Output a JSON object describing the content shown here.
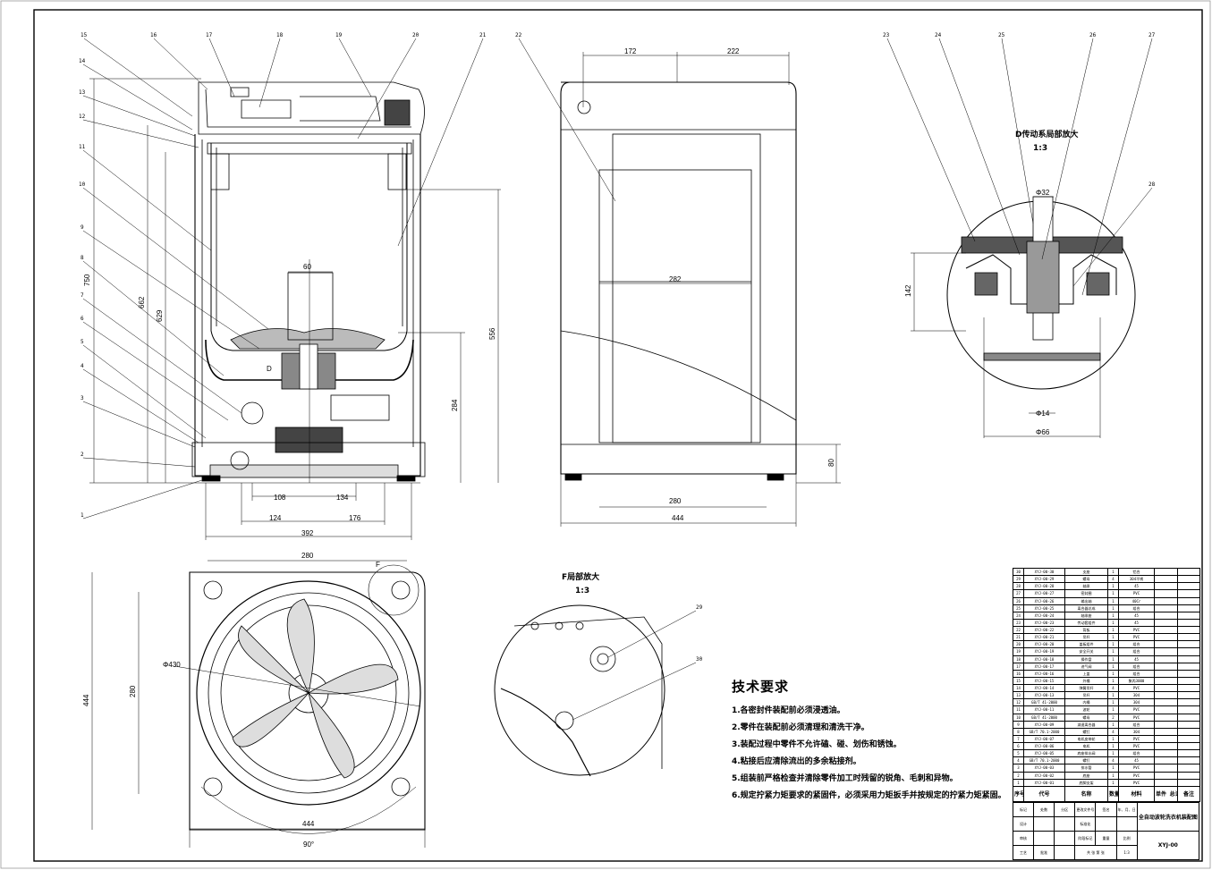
{
  "view_labels": {
    "detail_d": "D传动系局部放大",
    "detail_d_scale": "1:3",
    "detail_f": "F局部放大",
    "detail_f_scale": "1:3",
    "section_mark_d": "D",
    "section_mark_f": "F"
  },
  "balloons_front": [
    "15",
    "16",
    "17",
    "18",
    "19",
    "20",
    "21",
    "22",
    "14",
    "13",
    "12",
    "11",
    "10",
    "9",
    "8",
    "7",
    "6",
    "5",
    "4",
    "3",
    "2",
    "1"
  ],
  "balloons_detail_d": [
    "23",
    "24",
    "25",
    "26",
    "27",
    "28"
  ],
  "balloons_detail_f": [
    "29",
    "30"
  ],
  "dimensions": {
    "front": {
      "h_750": "750",
      "h_662": "662",
      "h_629": "629",
      "h_556": "556",
      "h_284": "284",
      "w_60": "60",
      "w_108": "108",
      "w_134": "134",
      "w_124": "124",
      "w_176": "176",
      "w_392": "392"
    },
    "side": {
      "w_172": "172",
      "w_222": "222",
      "w_282": "282",
      "w_280": "280",
      "w_444": "444",
      "h_80": "80"
    },
    "detail_d": {
      "w_top": "Φ32",
      "h_142": "142",
      "w_bot": "Φ14",
      "w_base": "Φ66"
    },
    "top": {
      "w_280": "280",
      "h_444": "444",
      "h_280": "280",
      "dia": "Φ430",
      "w_444": "444",
      "angle": "90°"
    }
  },
  "notes": {
    "heading": "技术要求",
    "items": [
      "1.各密封件装配前必须浸透油。",
      "2.零件在装配前必须清理和清洗干净。",
      "3.装配过程中零件不允许磕、碰、划伤和锈蚀。",
      "4.粘接后应清除流出的多余粘接剂。",
      "5.组装前严格检查并清除零件加工时残留的锐角、毛刺和异物。",
      "6.规定拧紧力矩要求的紧固件，必须采用力矩扳手并按规定的拧紧力矩紧固。"
    ]
  },
  "bom": {
    "rows": [
      [
        "30",
        "XYJ-00-30",
        "支座",
        "1",
        "铝合",
        "",
        ""
      ],
      [
        "29",
        "XYJ-00-29",
        "螺母",
        "4",
        "304不锈",
        "",
        ""
      ],
      [
        "28",
        "XYJ-00-28",
        "轴承",
        "1",
        "45",
        "",
        ""
      ],
      [
        "27",
        "XYJ-00-27",
        "密封圈",
        "1",
        "PVC",
        "",
        ""
      ],
      [
        "26",
        "XYJ-00-26",
        "输出轴",
        "1",
        "40Cr",
        "",
        ""
      ],
      [
        "25",
        "XYJ-00-25",
        "离合器总成",
        "1",
        "组合",
        "",
        ""
      ],
      [
        "24",
        "XYJ-00-24",
        "轴承座",
        "1",
        "45",
        "",
        ""
      ],
      [
        "23",
        "XYJ-00-23",
        "传动套组件",
        "1",
        "45",
        "",
        ""
      ],
      [
        "22",
        "XYJ-00-22",
        "背板",
        "1",
        "PVC",
        "",
        ""
      ],
      [
        "21",
        "XYJ-00-21",
        "吊杆",
        "1",
        "PVC",
        "",
        ""
      ],
      [
        "20",
        "XYJ-00-20",
        "盖板组件",
        "1",
        "组合",
        "",
        ""
      ],
      [
        "19",
        "XYJ-00-19",
        "安全开关",
        "1",
        "组合",
        "",
        ""
      ],
      [
        "18",
        "XYJ-00-18",
        "操作盘",
        "1",
        "45",
        "",
        ""
      ],
      [
        "17",
        "XYJ-00-17",
        "进气阀",
        "1",
        "组合",
        "",
        ""
      ],
      [
        "16",
        "XYJ-00-16",
        "上盖",
        "1",
        "组合",
        "",
        ""
      ],
      [
        "15",
        "XYJ-00-15",
        "外桶",
        "1",
        "聚丙3000",
        "",
        ""
      ],
      [
        "14",
        "XYJ-00-14",
        "弹簧吊杆",
        "4",
        "PVC",
        "",
        ""
      ],
      [
        "13",
        "XYJ-00-13",
        "吊杆",
        "1",
        "304",
        "",
        ""
      ],
      [
        "12",
        "GB/T 41-2000",
        "内桶",
        "1",
        "304",
        "",
        ""
      ],
      [
        "11",
        "XYJ-00-11",
        "波轮",
        "1",
        "PVC",
        "",
        ""
      ],
      [
        "10",
        "GB/T 41-2000",
        "螺母",
        "2",
        "PVC",
        "",
        ""
      ],
      [
        "9",
        "XYJ-00-09",
        "减速离合器",
        "1",
        "组合",
        "",
        ""
      ],
      [
        "8",
        "GB/T 70.1-2000",
        "螺钉",
        "4",
        "304",
        "",
        ""
      ],
      [
        "7",
        "XYJ-00-07",
        "电机皮带轮",
        "1",
        "PVC",
        "",
        ""
      ],
      [
        "6",
        "XYJ-00-06",
        "电机",
        "1",
        "PVC",
        "",
        ""
      ],
      [
        "5",
        "XYJ-00-05",
        "底座排水阀",
        "1",
        "组合",
        "",
        ""
      ],
      [
        "4",
        "GB/T 70.1-2000",
        "螺钉",
        "4",
        "45",
        "",
        ""
      ],
      [
        "3",
        "XYJ-00-03",
        "排水管",
        "1",
        "PVC",
        "",
        ""
      ],
      [
        "2",
        "XYJ-00-02",
        "底座",
        "1",
        "PVC",
        "",
        ""
      ],
      [
        "1",
        "XYJ-00-01",
        "底脚支架",
        "1",
        "PVC",
        "",
        ""
      ]
    ],
    "header": [
      "序号",
      "代号",
      "名称",
      "数量",
      "材料",
      "单件 总计 重量",
      "备注"
    ]
  },
  "title_block": {
    "drawing_title": "全自动波轮洗衣机装配图",
    "drawing_no": "XYJ-00",
    "scale": "1:3",
    "stage_label": "阶段标记",
    "weight_label": "重量",
    "scale_label": "比例",
    "sheet_label": "共 张 第 张",
    "rev_row": [
      "标记",
      "处数",
      "分区",
      "更改文件号",
      "签名",
      "年、月、日"
    ],
    "roles": [
      "设计",
      "审核",
      "工艺",
      "标准化",
      "批准"
    ]
  }
}
